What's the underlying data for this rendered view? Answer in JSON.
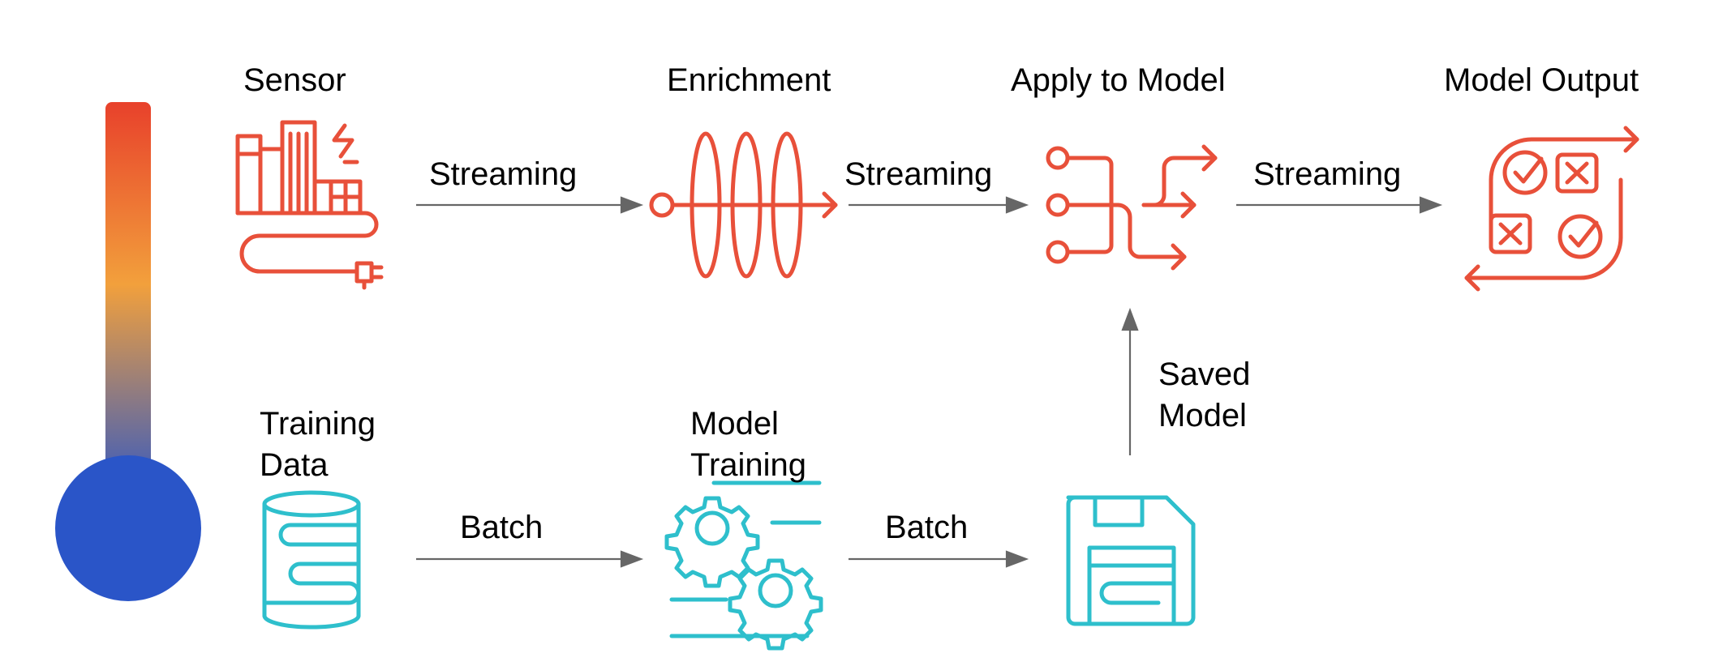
{
  "pipeline": {
    "stages_top": [
      {
        "key": "sensor",
        "label": "Sensor"
      },
      {
        "key": "enrichment",
        "label": "Enrichment"
      },
      {
        "key": "apply",
        "label": "Apply to Model"
      },
      {
        "key": "output",
        "label": "Model Output"
      }
    ],
    "stages_bottom": [
      {
        "key": "training_data",
        "label": "Training\nData"
      },
      {
        "key": "model_training",
        "label": "Model\nTraining"
      }
    ],
    "edges": {
      "sensor_to_enrichment": "Streaming",
      "enrichment_to_apply": "Streaming",
      "apply_to_output": "Streaming",
      "training_data_to_model_training": "Batch",
      "model_training_to_saved": "Batch",
      "saved_to_apply": "Saved\nModel"
    }
  },
  "colors": {
    "streaming_icon": "#E8503A",
    "batch_icon": "#2EBFCC",
    "arrow": "#666666",
    "thermo_top": "#E8412B",
    "thermo_mid": "#F2A03C",
    "thermo_bottom": "#2A55C8"
  },
  "icons": {
    "sensor": "smart-city-sensor-icon",
    "enrichment": "enrichment-coil-icon",
    "apply": "branching-flow-icon",
    "output": "results-checklist-icon",
    "training_data": "database-icon",
    "model_training": "gears-icon",
    "saved_model": "floppy-disk-icon",
    "thermometer": "thermometer-icon"
  }
}
